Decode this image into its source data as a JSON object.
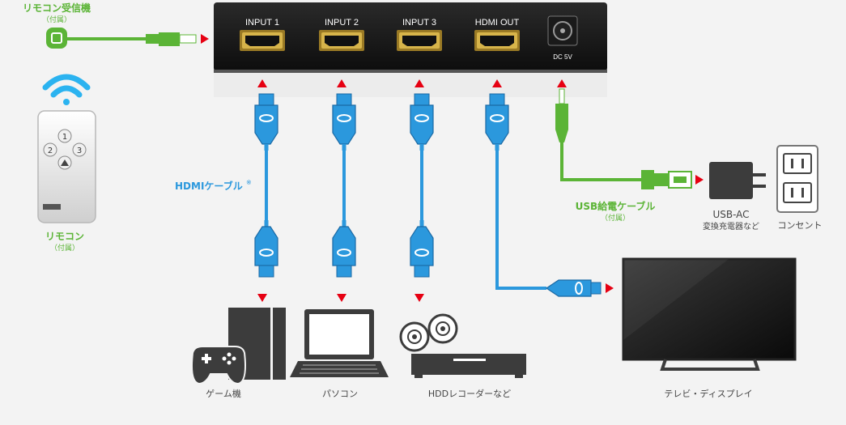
{
  "switcher": {
    "ports": [
      "INPUT 1",
      "INPUT 2",
      "INPUT 3",
      "HDMI OUT"
    ],
    "power_label": "DC 5V"
  },
  "labels": {
    "receiver": "リモコン受信機",
    "receiver_note": "（付属）",
    "remote": "リモコン",
    "remote_note": "（付属）",
    "hdmi_cable": "HDMIケーブル",
    "hdmi_cable_mark": "※",
    "usb_cable": "USB給電ケーブル",
    "usb_cable_note": "（付属）",
    "usb_ac_line1": "USB-AC",
    "usb_ac_line2": "変換充電器など",
    "outlet": "コンセント",
    "game": "ゲーム機",
    "pc": "パソコン",
    "hdd": "HDDレコーダーなど",
    "tv": "テレビ・ディスプレイ"
  },
  "remote_buttons": [
    "1",
    "2",
    "3"
  ],
  "colors": {
    "green": "#5bb436",
    "blue": "#2b98dd",
    "arrow": "#e60012",
    "device": "#3c3c3c"
  }
}
